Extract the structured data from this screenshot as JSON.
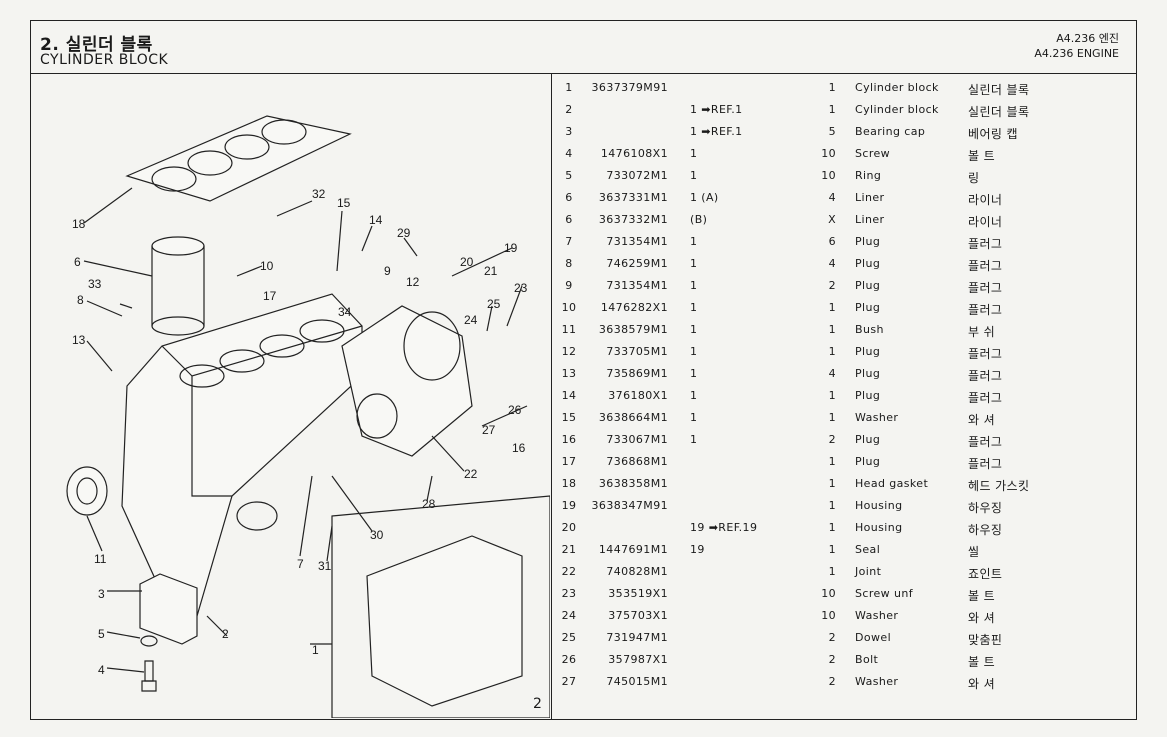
{
  "header": {
    "title_ko": "2. 실린더 블록",
    "title_en": "CYLINDER BLOCK",
    "engine_ko": "A4.236 엔진",
    "engine_en": "A4.236 ENGINE"
  },
  "callouts": [
    "1",
    "2",
    "3",
    "4",
    "5",
    "6",
    "7",
    "8",
    "9",
    "10",
    "11",
    "12",
    "13",
    "14",
    "15",
    "16",
    "17",
    "18",
    "19",
    "20",
    "21",
    "22",
    "23",
    "24",
    "25",
    "26",
    "27",
    "28",
    "29",
    "30",
    "31",
    "32",
    "33",
    "34"
  ],
  "page_number": "2",
  "parts": [
    {
      "no": "1",
      "part": "3637379M91",
      "ref": "",
      "qty": "1",
      "desc": "Cylinder block",
      "ko": "실린더 블록"
    },
    {
      "no": "2",
      "part": "",
      "ref": "1 ➡REF.1",
      "qty": "1",
      "desc": "Cylinder block",
      "ko": "실린더 블록"
    },
    {
      "no": "3",
      "part": "",
      "ref": "1 ➡REF.1",
      "qty": "5",
      "desc": "Bearing cap",
      "ko": "베어링 캡"
    },
    {
      "no": "4",
      "part": "1476108X1",
      "ref": "1",
      "qty": "10",
      "desc": "Screw",
      "ko": "볼 트"
    },
    {
      "no": "5",
      "part": "733072M1",
      "ref": "1",
      "qty": "10",
      "desc": "Ring",
      "ko": "링"
    },
    {
      "no": "6",
      "part": "3637331M1",
      "ref": "1 (A)",
      "qty": "4",
      "desc": "Liner",
      "ko": "라이너"
    },
    {
      "no": "6",
      "part": "3637332M1",
      "ref": "   (B)",
      "qty": "X",
      "desc": "Liner",
      "ko": "라이너"
    },
    {
      "no": "7",
      "part": "731354M1",
      "ref": "1",
      "qty": "6",
      "desc": "Plug",
      "ko": "플러그"
    },
    {
      "no": "8",
      "part": "746259M1",
      "ref": "1",
      "qty": "4",
      "desc": "Plug",
      "ko": "플러그"
    },
    {
      "no": "9",
      "part": "731354M1",
      "ref": "1",
      "qty": "2",
      "desc": "Plug",
      "ko": "플러그"
    },
    {
      "no": "10",
      "part": "1476282X1",
      "ref": "1",
      "qty": "1",
      "desc": "Plug",
      "ko": "플러그"
    },
    {
      "no": "11",
      "part": "3638579M1",
      "ref": "1",
      "qty": "1",
      "desc": "Bush",
      "ko": "부 쉬"
    },
    {
      "no": "12",
      "part": "733705M1",
      "ref": "1",
      "qty": "1",
      "desc": "Plug",
      "ko": "플러그"
    },
    {
      "no": "13",
      "part": "735869M1",
      "ref": "1",
      "qty": "4",
      "desc": "Plug",
      "ko": "플러그"
    },
    {
      "no": "14",
      "part": "376180X1",
      "ref": "1",
      "qty": "1",
      "desc": "Plug",
      "ko": "플러그"
    },
    {
      "no": "15",
      "part": "3638664M1",
      "ref": "1",
      "qty": "1",
      "desc": "Washer",
      "ko": "와 셔"
    },
    {
      "no": "16",
      "part": "733067M1",
      "ref": "1",
      "qty": "2",
      "desc": "Plug",
      "ko": "플러그"
    },
    {
      "no": "17",
      "part": "736868M1",
      "ref": "",
      "qty": "1",
      "desc": "Plug",
      "ko": "플러그"
    },
    {
      "no": "18",
      "part": "3638358M1",
      "ref": "",
      "qty": "1",
      "desc": "Head gasket",
      "ko": "헤드 가스킷"
    },
    {
      "no": "19",
      "part": "3638347M91",
      "ref": "",
      "qty": "1",
      "desc": "Housing",
      "ko": "하우징"
    },
    {
      "no": "20",
      "part": "",
      "ref": "19 ➡REF.19",
      "qty": "1",
      "desc": "Housing",
      "ko": "하우징"
    },
    {
      "no": "21",
      "part": "1447691M1",
      "ref": "19",
      "qty": "1",
      "desc": "Seal",
      "ko": "씰"
    },
    {
      "no": "22",
      "part": "740828M1",
      "ref": "",
      "qty": "1",
      "desc": "Joint",
      "ko": "죠인트"
    },
    {
      "no": "23",
      "part": "353519X1",
      "ref": "",
      "qty": "10",
      "desc": "Screw unf",
      "ko": "볼 트"
    },
    {
      "no": "24",
      "part": "375703X1",
      "ref": "",
      "qty": "10",
      "desc": "Washer",
      "ko": "와 셔"
    },
    {
      "no": "25",
      "part": "731947M1",
      "ref": "",
      "qty": "2",
      "desc": "Dowel",
      "ko": "맞춤핀"
    },
    {
      "no": "26",
      "part": "357987X1",
      "ref": "",
      "qty": "2",
      "desc": "Bolt",
      "ko": "볼 트"
    },
    {
      "no": "27",
      "part": "745015M1",
      "ref": "",
      "qty": "2",
      "desc": "Washer",
      "ko": "와 셔"
    }
  ]
}
